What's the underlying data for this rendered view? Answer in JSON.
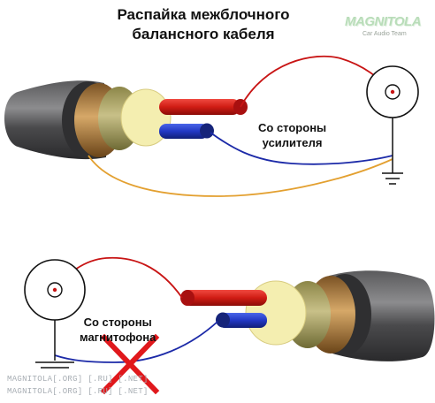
{
  "title": {
    "line1": "Распайка межблочного",
    "line2": "балансного кабеля"
  },
  "logo": {
    "text": "MAGNITOLA",
    "subtext": "Car Audio Team"
  },
  "labels": {
    "amp_side_line1": "Со стороны",
    "amp_side_line2": "усилителя",
    "recorder_side_line1": "Со стороны",
    "recorder_side_line2": "магнитофона"
  },
  "watermark": {
    "line1": "MAGNITOLA[.ORG] [.RU] [.NET]",
    "line2": "MAGNITOLA[.ORG] [.RU] [.NET]"
  },
  "colors": {
    "wire_red": "#c81414",
    "wire_blue": "#1c2aa8",
    "wire_orange": "#e3a030",
    "outer_sheath": "#3d3d3f",
    "shield_copper": "#b0824a",
    "insulation_olive": "#a8a062",
    "core_yellow": "#f6f0b4",
    "cross_red": "#e0181c"
  }
}
